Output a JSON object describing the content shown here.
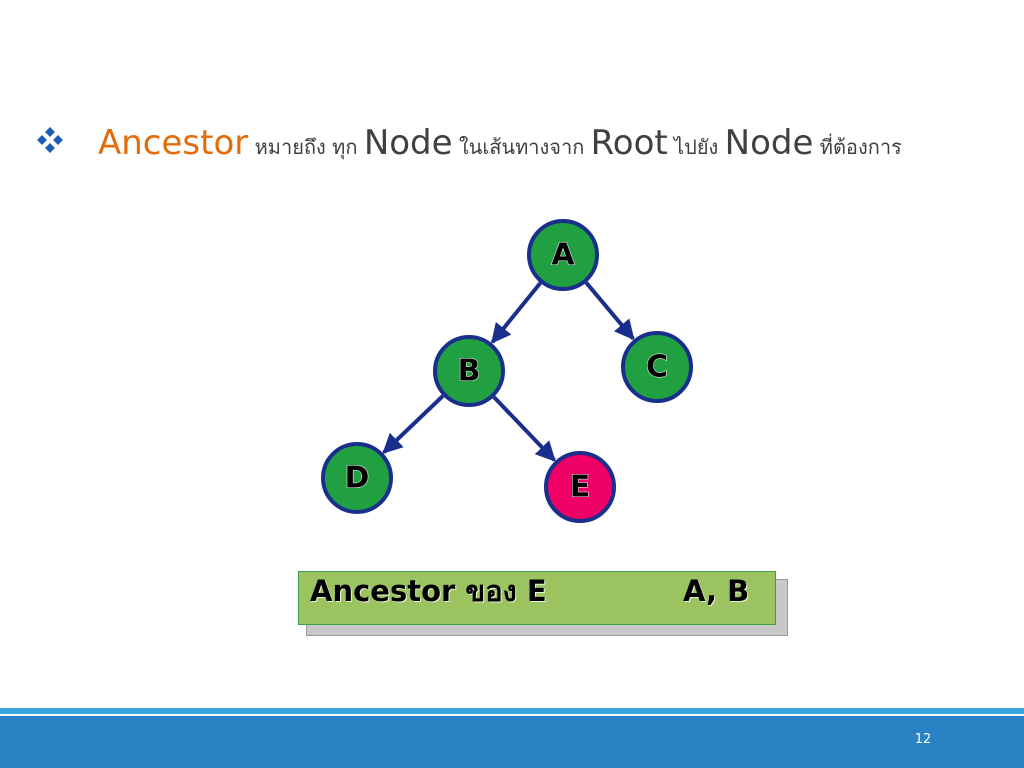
{
  "bullet": {
    "icon": "diamond-bullet-icon",
    "term": "Ancestor",
    "part1": " หมายถึง ทุก ",
    "node1": "Node",
    "part2": " ในเส้นทางจาก ",
    "root": "Root",
    "part3": " ไปยัง ",
    "node2": "Node",
    "part4": " ที่ต้องการ"
  },
  "tree": {
    "nodes": [
      {
        "id": "A",
        "label": "A",
        "color": "#20a040"
      },
      {
        "id": "B",
        "label": "B",
        "color": "#20a040"
      },
      {
        "id": "C",
        "label": "C",
        "color": "#20a040"
      },
      {
        "id": "D",
        "label": "D",
        "color": "#20a040"
      },
      {
        "id": "E",
        "label": "E",
        "color": "#ee0066"
      }
    ],
    "edges": [
      {
        "from": "A",
        "to": "B"
      },
      {
        "from": "A",
        "to": "C"
      },
      {
        "from": "B",
        "to": "D"
      },
      {
        "from": "B",
        "to": "E"
      }
    ],
    "node_border_color": "#1a2f8c",
    "edge_color": "#1a2f8c"
  },
  "note": {
    "label": "Ancestor ของ E",
    "answer": "A, B",
    "background": "#9bc35f"
  },
  "footer": {
    "page_number": "12",
    "color": "#2a82c4"
  }
}
